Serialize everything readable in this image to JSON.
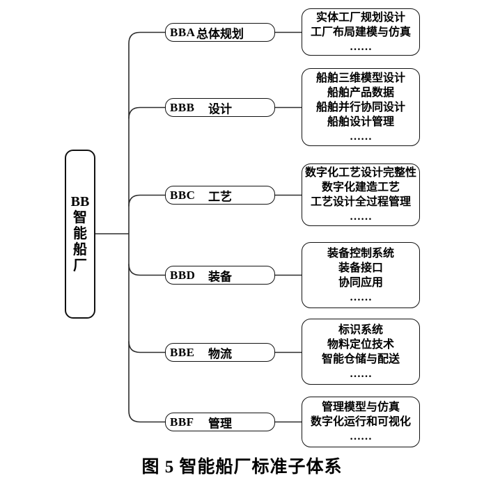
{
  "root": {
    "code": "BB",
    "label": "智能船厂",
    "chars": {
      "c0": "BB",
      "c1": "智",
      "c2": "能",
      "c3": "船",
      "c4": "厂"
    }
  },
  "branches": [
    {
      "code": "BBA",
      "label": "总体规划",
      "items": [
        "实体工厂规划设计",
        "工厂布局建模与仿真",
        "……"
      ]
    },
    {
      "code": "BBB",
      "label": "设计",
      "items": [
        "船舶三维模型设计",
        "船舶产品数据",
        "船舶并行协同设计",
        "船舶设计管理",
        "……"
      ]
    },
    {
      "code": "BBC",
      "label": "工艺",
      "items": [
        "数字化工艺设计完整性",
        "数字化建造工艺",
        "工艺设计全过程管理",
        "……"
      ]
    },
    {
      "code": "BBD",
      "label": "装备",
      "items": [
        "装备控制系统",
        "装备接口",
        "协同应用",
        "……"
      ]
    },
    {
      "code": "BBE",
      "label": "物流",
      "items": [
        "标识系统",
        "物料定位技术",
        "智能仓储与配送",
        "……"
      ]
    },
    {
      "code": "BBF",
      "label": "管理",
      "items": [
        "管理模型与仿真",
        "数字化运行和可视化",
        "……"
      ]
    }
  ],
  "caption": "图 5  智能船厂标准子体系",
  "colors": {
    "line": "#2b2b2b",
    "border": "#111111",
    "text": "#000000",
    "background": "#ffffff"
  }
}
